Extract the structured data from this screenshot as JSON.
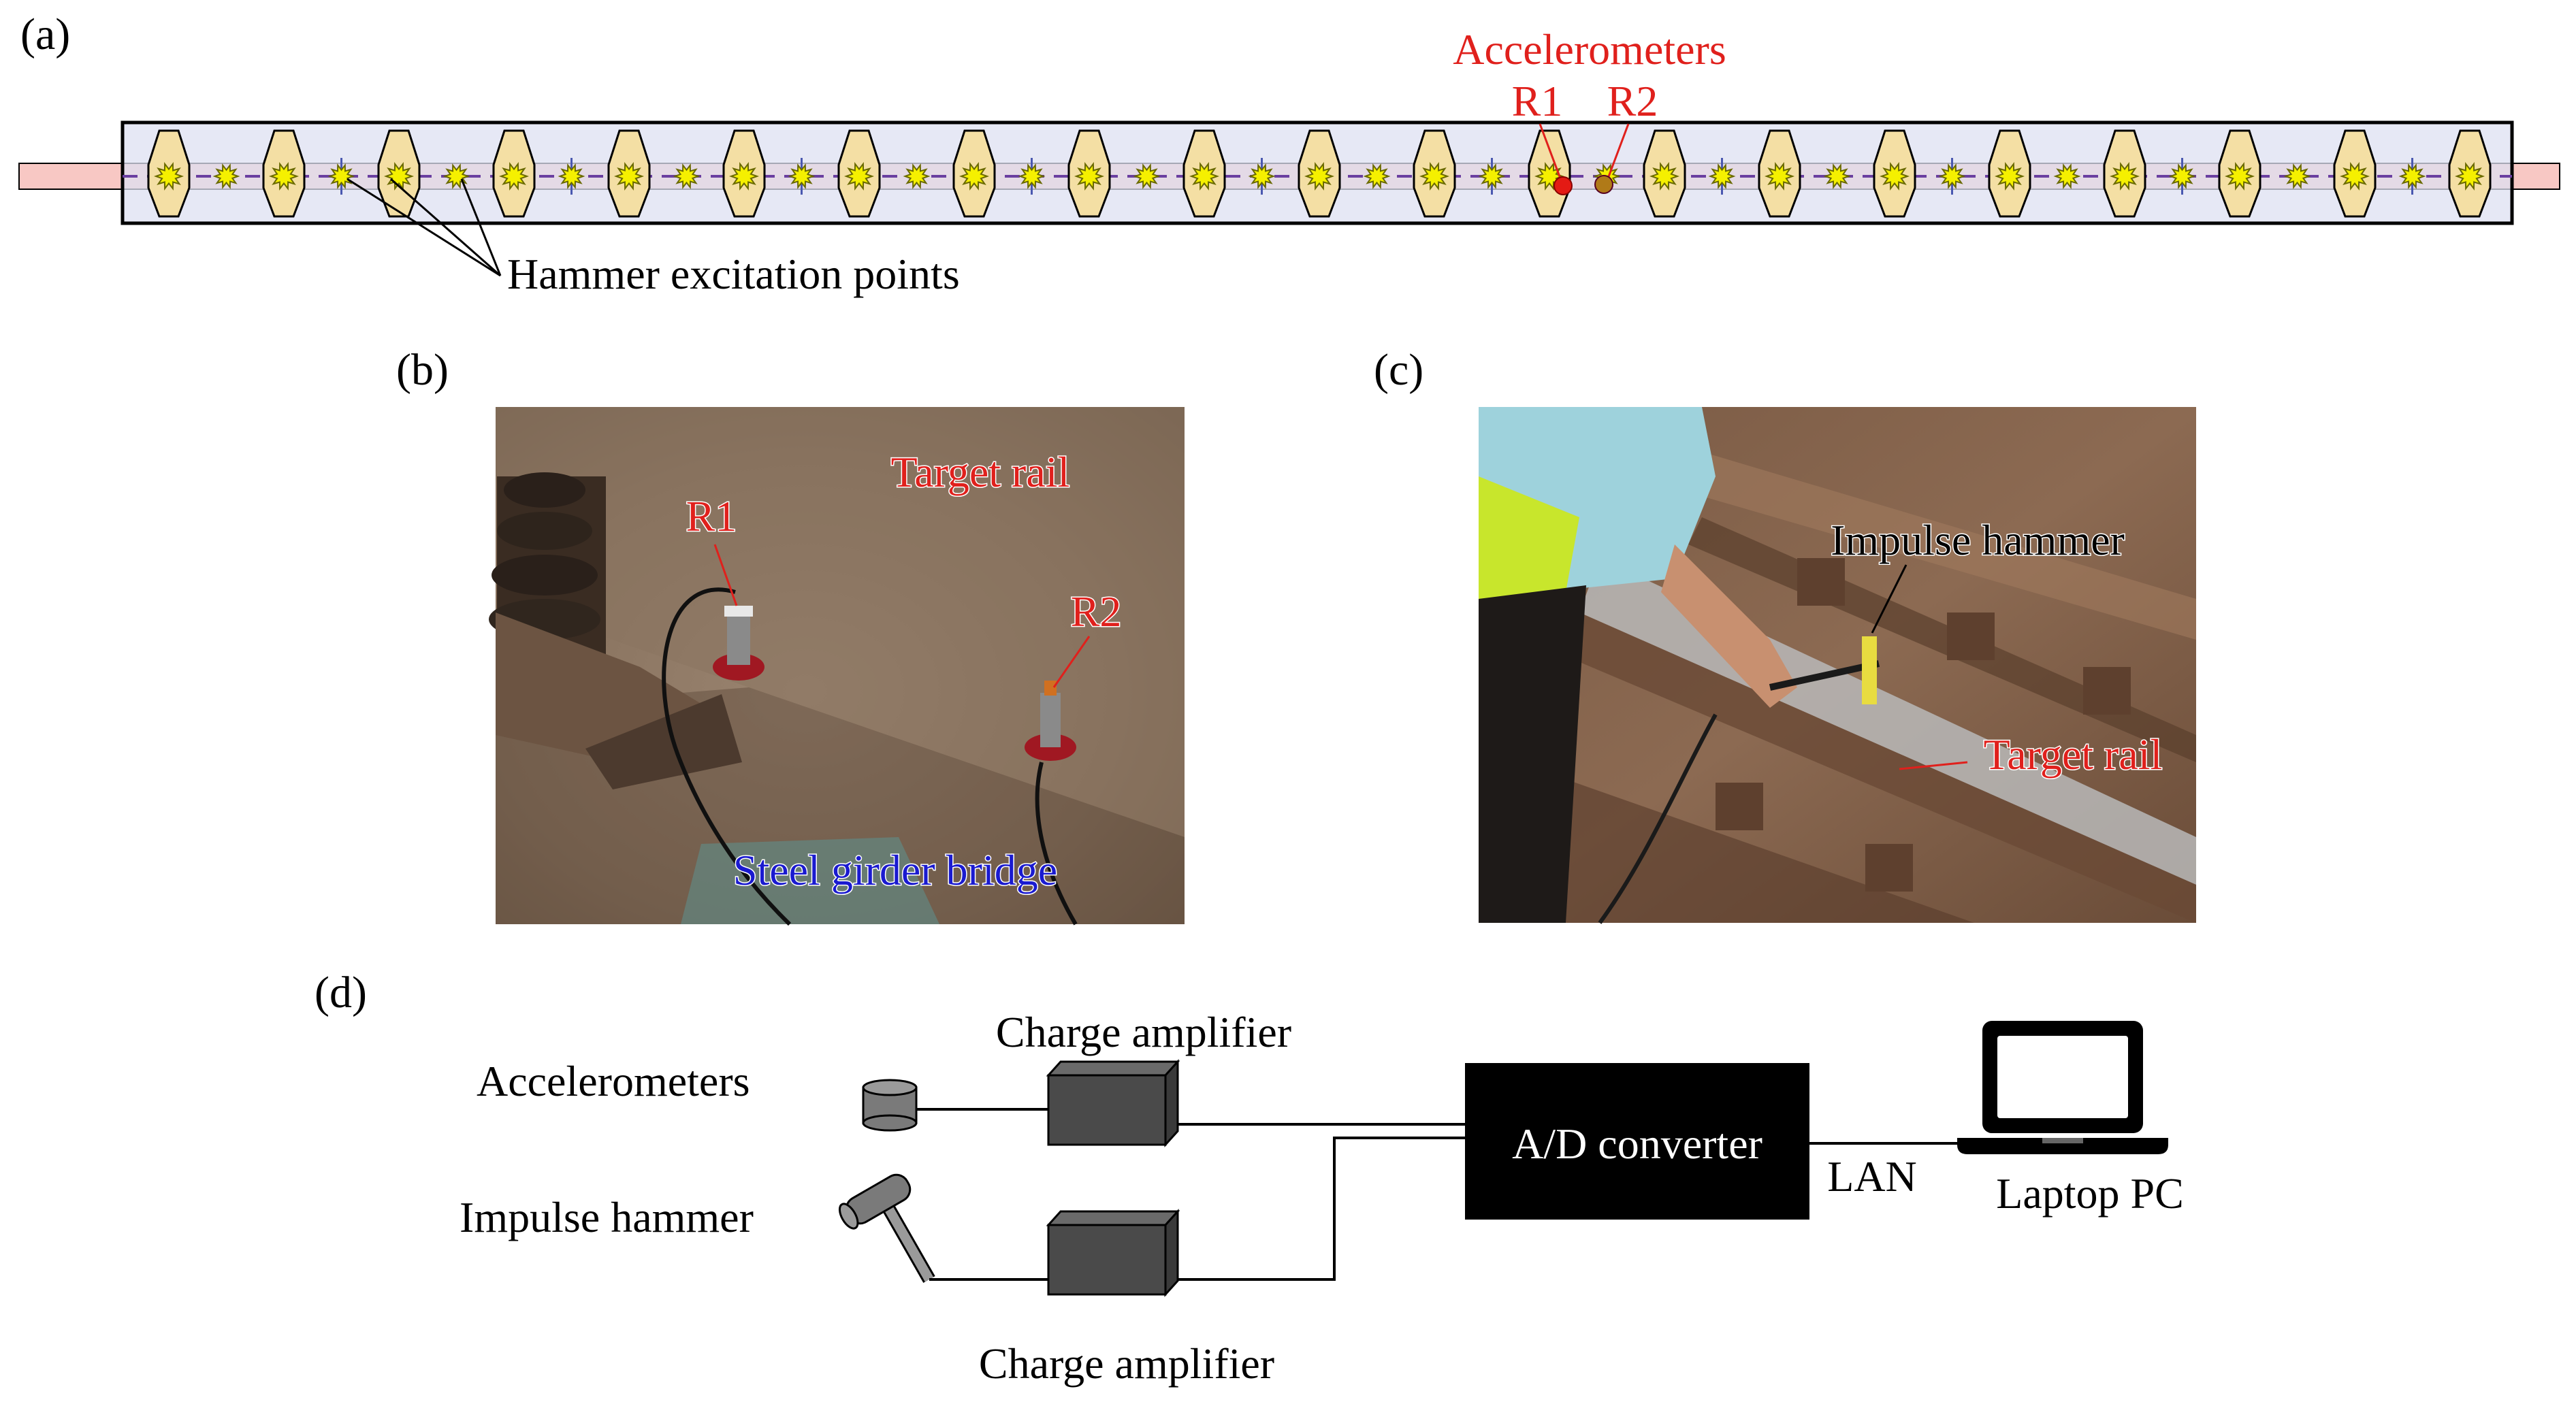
{
  "panels": {
    "a": {
      "label": "(a)",
      "accelerometers_label": "Accelerometers",
      "r1_label": "R1",
      "r2_label": "R2",
      "hammer_points_label": "Hammer excitation points"
    },
    "b": {
      "label": "(b)",
      "target_rail_label": "Target rail",
      "r1_label": "R1",
      "r2_label": "R2",
      "bridge_label": "Steel girder bridge"
    },
    "c": {
      "label": "(c)",
      "hammer_label": "Impulse hammer",
      "target_rail_label": "Target rail"
    },
    "d": {
      "label": "(d)",
      "accelerometers_label": "Accelerometers",
      "impulse_hammer_label": "Impulse hammer",
      "charge_amp_top_label": "Charge amplifier",
      "charge_amp_bottom_label": "Charge amplifier",
      "ad_converter_label": "A/D converter",
      "lan_label": "LAN",
      "laptop_label": "Laptop PC"
    }
  },
  "colors": {
    "annotation_red": "#e0201c",
    "bridge_blue": "#1a1ad0",
    "rail_pink": "#f8c8c4",
    "deck_lavender": "#dde0f2",
    "sleeper_tan": "#f4dfa4",
    "excitation_yellow": "#f5f000",
    "block_dark": "#4a4a4a",
    "converter_black": "#000000",
    "photo_brown": "#8e7762"
  }
}
